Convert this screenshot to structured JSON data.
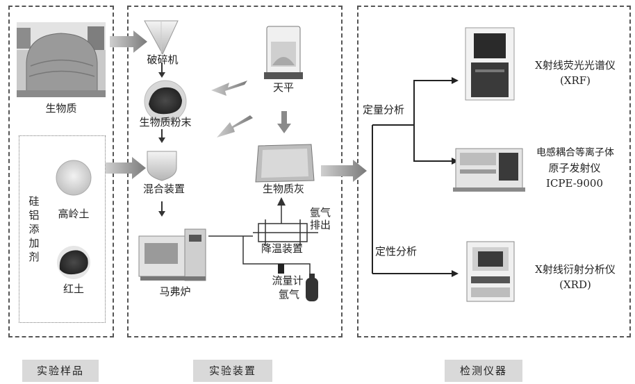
{
  "samples": {
    "biomass": "生物质",
    "additive_label": "硅铝添加剂",
    "kaolin": "高岭土",
    "red_clay": "红土"
  },
  "apparatus": {
    "crusher": "破碎机",
    "biomass_powder": "生物质粉末",
    "balance": "天平",
    "mixer": "混合装置",
    "biomass_ash": "生物质灰",
    "muffle_furnace": "马弗炉",
    "cooling_device": "降温装置",
    "argon_exhaust_line1": "氩气",
    "argon_exhaust_line2": "排出",
    "flowmeter": "流量计",
    "argon": "氩气"
  },
  "detection": {
    "quantitative": "定量分析",
    "qualitative": "定性分析",
    "xrf_name": "X射线荧光光谱仪",
    "xrf_code": "(XRF)",
    "icp_name_line1": "电感耦合等离子体",
    "icp_name_line2": "原子发射仪",
    "icp_code": "ICPE-9000",
    "xrd_name": "X射线衍射分析仪",
    "xrd_code": "(XRD)"
  },
  "footer": {
    "samples": "实验样品",
    "apparatus": "实验装置",
    "instruments": "检测仪器"
  }
}
